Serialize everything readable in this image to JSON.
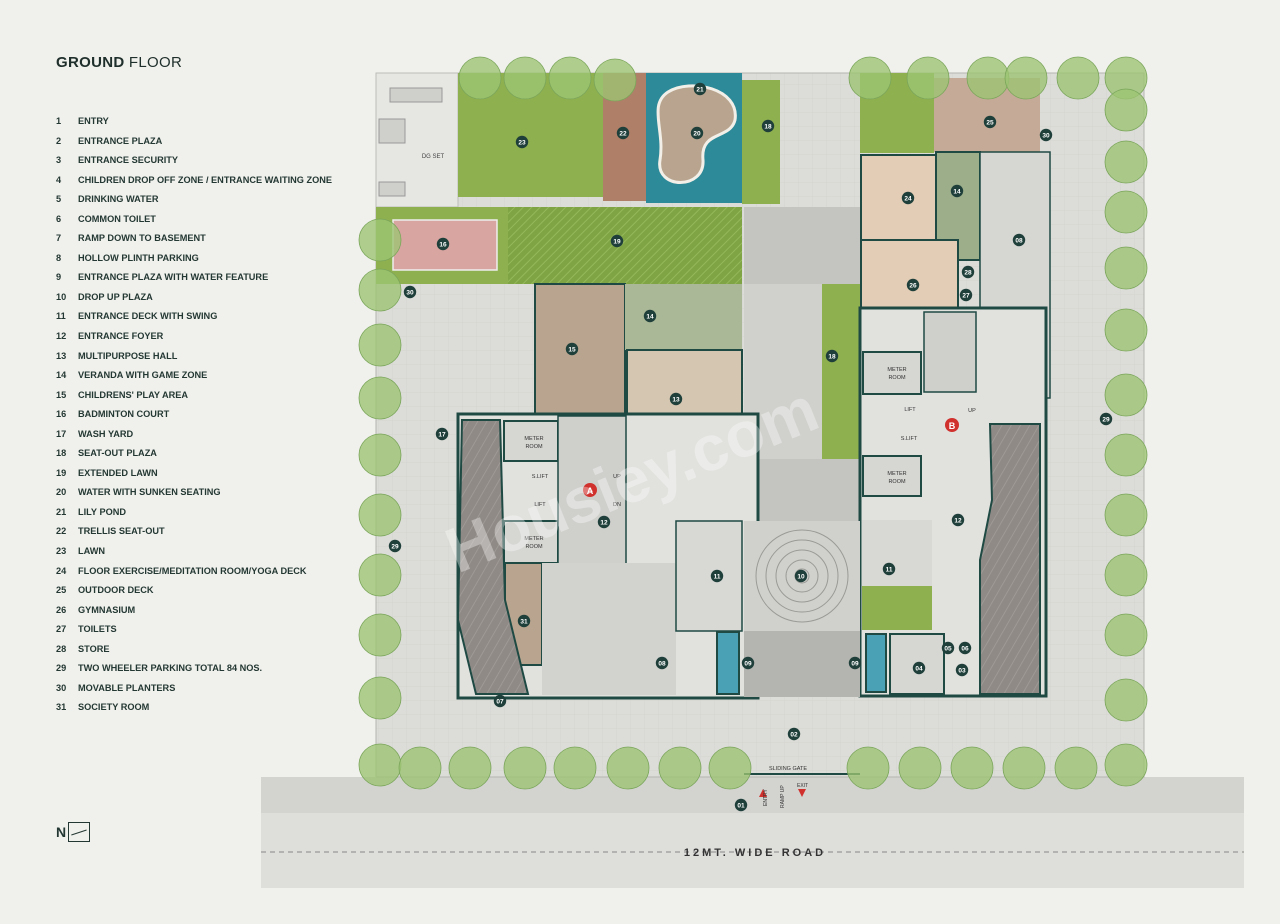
{
  "title": {
    "bold": "GROUND",
    "rest": " FLOOR"
  },
  "legend": [
    {
      "num": "1",
      "label": "ENTRY"
    },
    {
      "num": "2",
      "label": "ENTRANCE PLAZA"
    },
    {
      "num": "3",
      "label": "ENTRANCE SECURITY"
    },
    {
      "num": "4",
      "label": "CHILDREN DROP OFF ZONE / ENTRANCE WAITING ZONE"
    },
    {
      "num": "5",
      "label": "DRINKING WATER"
    },
    {
      "num": "6",
      "label": "COMMON TOILET"
    },
    {
      "num": "7",
      "label": "RAMP DOWN TO BASEMENT"
    },
    {
      "num": "8",
      "label": "HOLLOW PLINTH PARKING"
    },
    {
      "num": "9",
      "label": "ENTRANCE PLAZA WITH WATER FEATURE"
    },
    {
      "num": "10",
      "label": "DROP UP PLAZA"
    },
    {
      "num": "11",
      "label": "ENTRANCE DECK WITH SWING"
    },
    {
      "num": "12",
      "label": "ENTRANCE FOYER"
    },
    {
      "num": "13",
      "label": "MULTIPURPOSE HALL"
    },
    {
      "num": "14",
      "label": "VERANDA WITH GAME ZONE"
    },
    {
      "num": "15",
      "label": "CHILDRENS' PLAY AREA"
    },
    {
      "num": "16",
      "label": "BADMINTON COURT"
    },
    {
      "num": "17",
      "label": "WASH YARD"
    },
    {
      "num": "18",
      "label": "SEAT-OUT PLAZA"
    },
    {
      "num": "19",
      "label": "EXTENDED LAWN"
    },
    {
      "num": "20",
      "label": "WATER WITH SUNKEN SEATING"
    },
    {
      "num": "21",
      "label": "LILY POND"
    },
    {
      "num": "22",
      "label": "TRELLIS SEAT-OUT"
    },
    {
      "num": "23",
      "label": "LAWN"
    },
    {
      "num": "24",
      "label": "FLOOR EXERCISE/MEDITATION ROOM/YOGA DECK"
    },
    {
      "num": "25",
      "label": "OUTDOOR DECK"
    },
    {
      "num": "26",
      "label": "GYMNASIUM"
    },
    {
      "num": "27",
      "label": "TOILETS"
    },
    {
      "num": "28",
      "label": "STORE"
    },
    {
      "num": "29",
      "label": "TWO WHEELER PARKING TOTAL 84 NOS."
    },
    {
      "num": "30",
      "label": "MOVABLE PLANTERS"
    },
    {
      "num": "31",
      "label": "SOCIETY ROOM"
    }
  ],
  "north_label": "N",
  "plan": {
    "road_label": "12MT. WIDE ROAD",
    "sliding_gate": "SLIDING GATE",
    "ramp_up": "RAMP UP",
    "entry": "ENTRY",
    "exit": "EXIT",
    "dg_set": "DG SET",
    "meter_room": [
      "METER",
      "ROOM"
    ],
    "lift": "LIFT",
    "service_lift": "S.LIFT",
    "up": "UP",
    "dn": "DN",
    "wing_a": "A",
    "wing_b": "B",
    "watermark": "Housiey.com",
    "colors": {
      "lawn": "#8fb04f",
      "tree": "#9cc472",
      "water": "#2d8a98",
      "deck": "#b9a58f",
      "wall": "#1f4a44",
      "badge": "#1f3f3a",
      "accent": "#d0312d"
    }
  }
}
